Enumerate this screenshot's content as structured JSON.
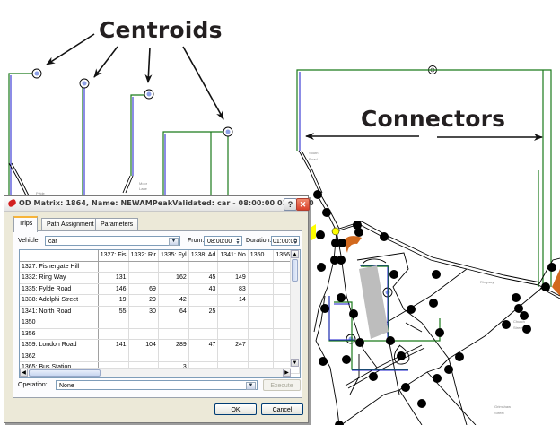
{
  "annotations": {
    "centroids": "Centroids",
    "connectors": "Connectors"
  },
  "map": {
    "street_labels": [
      "Fylde",
      "Moor Lane",
      "South Road",
      "Ringway",
      "Church Street",
      "Derby Road",
      "Grimshaw Street",
      "Percy Street"
    ],
    "colors": {
      "centroid_connector": "#1a7a1a",
      "section_blue": "#1a1acc",
      "node": "#000000",
      "selected_node": "#ffff00",
      "building_orange": "#d2691e",
      "building_grey": "#bdbdbd"
    }
  },
  "dialog": {
    "title": "OD Matrix: 1864, Name: NEWAMPeakValidated: car - 08:00:00 01:00:00",
    "help_label": "?",
    "close_label": "✕",
    "tabs": [
      {
        "label": "Trips",
        "active": true
      },
      {
        "label": "Path Assignment",
        "active": false
      },
      {
        "label": "Parameters",
        "active": false
      }
    ],
    "vehicle_label": "Vehicle:",
    "vehicle_value": "car",
    "from_label": "From:",
    "from_value": "08:00:00",
    "duration_label": "Duration:",
    "duration_value": "01:00:00",
    "grid": {
      "columns": [
        "1327: Fis",
        "1332: Rir",
        "1335: Fyl",
        "1338: Ad",
        "1341: No",
        "1350",
        "1356"
      ],
      "rows": [
        {
          "label": "1327: Fishergate Hill",
          "values": [
            "",
            "",
            "",
            "",
            "",
            "",
            ""
          ]
        },
        {
          "label": "1332: Ring Way",
          "values": [
            "131",
            "",
            "162",
            "45",
            "149",
            "",
            ""
          ]
        },
        {
          "label": "1335: Fylde Road",
          "values": [
            "146",
            "69",
            "",
            "43",
            "83",
            "",
            ""
          ]
        },
        {
          "label": "1338: Adelphi Street",
          "values": [
            "19",
            "29",
            "42",
            "",
            "14",
            "",
            ""
          ]
        },
        {
          "label": "1341: North Road",
          "values": [
            "55",
            "30",
            "64",
            "25",
            "",
            "",
            ""
          ]
        },
        {
          "label": "1350",
          "values": [
            "",
            "",
            "",
            "",
            "",
            "",
            ""
          ]
        },
        {
          "label": "1356",
          "values": [
            "",
            "",
            "",
            "",
            "",
            "",
            ""
          ]
        },
        {
          "label": "1359: London Road",
          "values": [
            "141",
            "104",
            "289",
            "47",
            "247",
            "",
            ""
          ]
        },
        {
          "label": "1362",
          "values": [
            "",
            "",
            "",
            "",
            "",
            "",
            ""
          ]
        },
        {
          "label": "1365: Bus Station",
          "values": [
            "",
            "",
            "3",
            "",
            "",
            "",
            ""
          ]
        }
      ]
    },
    "operation_label": "Operation:",
    "operation_value": "None",
    "execute_label": "Execute",
    "ok_label": "OK",
    "cancel_label": "Cancel"
  }
}
